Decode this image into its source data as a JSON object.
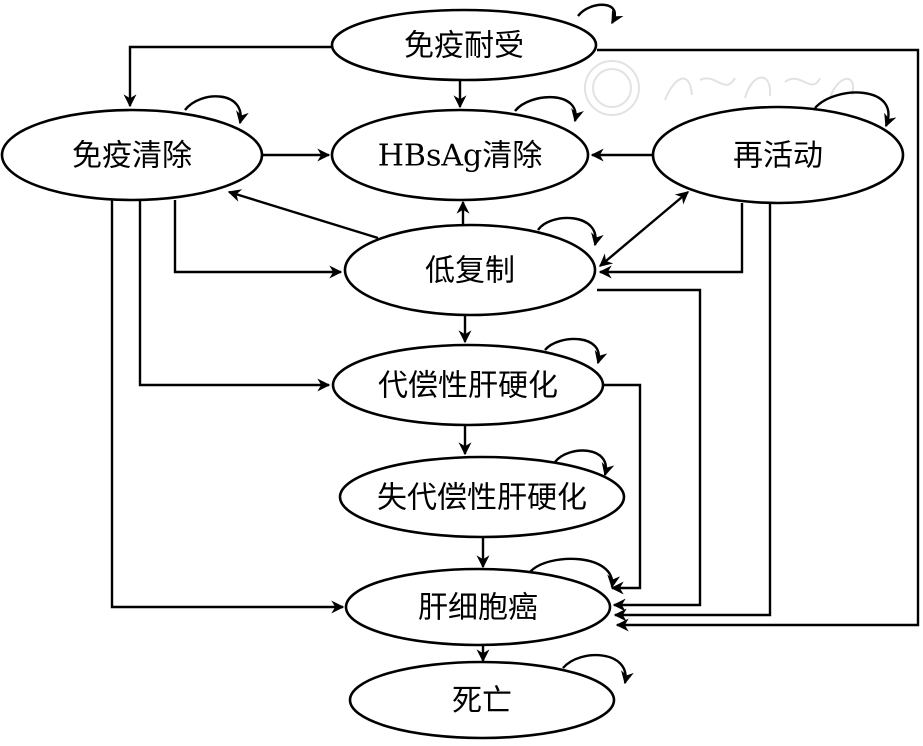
{
  "nodes": {
    "immune_tolerance": "免疫耐受",
    "immune_clearance": "免疫清除",
    "hbsag_clearance": "HBsAg清除",
    "reactivation": "再活动",
    "low_replication": "低复制",
    "compensated_cirrhosis": "代偿性肝硬化",
    "decompensated_cirrhosis": "失代偿性肝硬化",
    "hcc": "肝细胞癌",
    "death": "死亡"
  }
}
